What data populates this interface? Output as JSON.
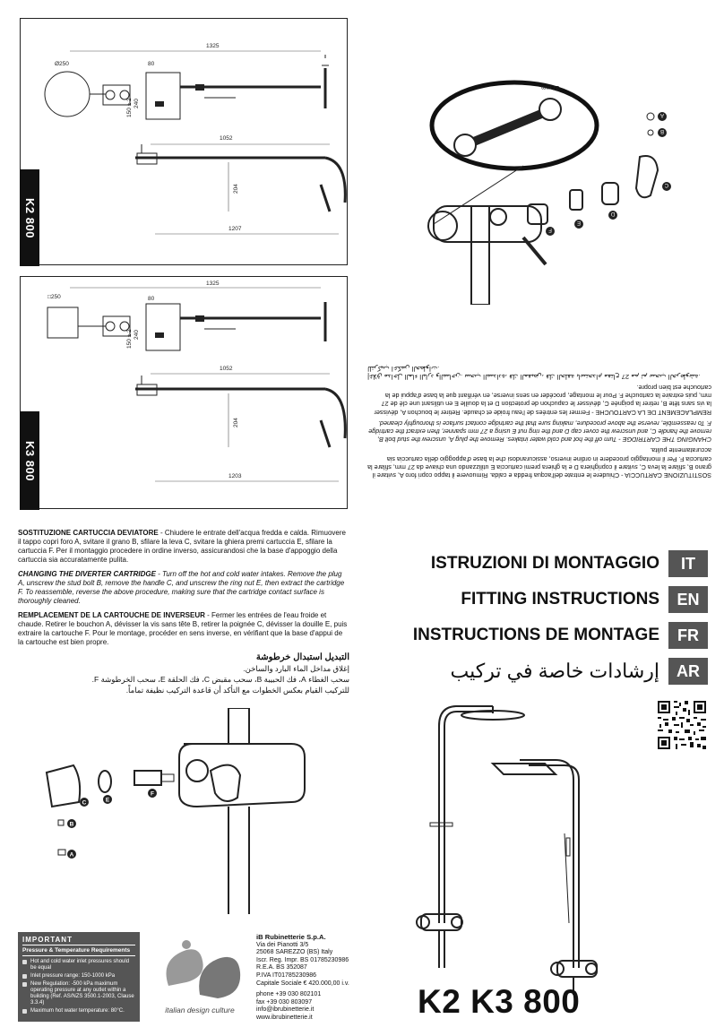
{
  "drawings": {
    "k2": {
      "tab": "K2 800",
      "dims": {
        "total_width": "1325",
        "short": "80",
        "diameter": "Ø250",
        "height_a": "240",
        "height_b": "150 ± 2",
        "arm": "1052",
        "drop": "204",
        "bottom_width": "1207"
      }
    },
    "k3": {
      "tab": "K3 800",
      "dims": {
        "total_width": "1325",
        "short": "80",
        "square": "□250",
        "height_a": "240",
        "height_b": "150 ± 2",
        "arm": "1052",
        "drop": "204",
        "bottom_width": "1203"
      }
    }
  },
  "exploded_top": {
    "wrench_size": "27 mm",
    "labels": [
      "A",
      "B",
      "C",
      "D",
      "E",
      "F"
    ]
  },
  "flipped_text": {
    "it": "SOSTITUZIONE CARTUCCIA - Chiudere le entrate dell'acqua fredda e calda. Rimuovere il tappo copri foro A, svitare il grano B, sfilare la leva C, svitare il coprighiera D e la ghiera premi cartuccia E utilizzando una chiave da 27 mm, sfilare la cartuccia F. Per il montaggio procedere in ordine inverso, assicurandosi che la base d'appoggio della cartuccia sia accuratamente pulita.",
    "en": "CHANGING THE CARTRIDGE - Turn off the hot and cold water intakes. Remove the plug A, unscrew the stud bolt B, remove the handle C, and unscrew the cover cap D and the ring nut E using a 27 mm spanner, then extract the cartridge F. To reassemble, reverse the above procedure, making sure that the cartridge contact surface is thoroughly cleaned.",
    "fr": "REMPLACEMENT DE LA CARTOUCHE - Fermer les entrées de l'eau froide et chaude. Retirer le bouchon A, dévisser la vis sans tête B, retirer la poignée C, dévisser le capuchon de protection D et la douille E en utilisant une clé de 27 mm, puis extraire la cartouche F. Pour le montage, procéder en sens inverse, en vérifiant que la base d'appui de la cartouche est bien propre.",
    "ar": "إغلاق مداخل الماء البارد والساخن. سحب السدادة، فك المقبض، فك الحلقة باستخدام مفتاح 27 مم ثم سحب الخرطوشة. للتركيب اعكس الخطوات."
  },
  "instructions": {
    "it_title": "SOSTITUZIONE CARTUCCIA DEVIATORE",
    "it_body": " - Chiudere le entrate dell'acqua fredda e calda. Rimuovere il tappo copri foro A, svitare il grano B, sfilare la leva C, svitare la ghiera premi cartuccia E, sfilare la cartuccia F. Per il montaggio procedere in ordine inverso, assicurandosi che la base d'appoggio della cartuccia sia accuratamente pulita.",
    "en_title": "CHANGING THE DIVERTER CARTRIDGE",
    "en_body": " - Turn off the hot and cold water intakes. Remove the plug A, unscrew the stud bolt B, remove the handle C, and unscrew the ring nut E, then extract the cartridge F. To reassemble, reverse the above procedure, making sure that the cartridge contact surface is thoroughly cleaned.",
    "fr_title": "REMPLACEMENT DE LA CARTOUCHE DE INVERSEUR",
    "fr_body": " - Fermer les entrées de l'eau froide et chaude. Retirer le bouchon A, dévisser la vis sans tête B, retirer la poignée C, dévisser la douille E, puis extraire la cartouche F. Pour le montage, procéder en sens inverse, en vérifiant que la base d'appui de la cartouche est bien propre.",
    "ar_title": "التبديل استبدال خرطوشة",
    "ar_line1": "إغلاق مداخل الماء البارد والساخن.",
    "ar_line2": "سحب الغطاء A، فك الحبيبة B، سحب مقبض C، فك الحلقة E، سحب الخرطوشة F.",
    "ar_line3": "للتركيب القيام بعكس الخطوات مع التأكد أن قاعدة التركيب نظيفة تماماً."
  },
  "languages": [
    {
      "title": "ISTRUZIONI DI MONTAGGIO",
      "code": "IT"
    },
    {
      "title": "FITTING INSTRUCTIONS",
      "code": "EN"
    },
    {
      "title": "INSTRUCTIONS DE MONTAGE",
      "code": "FR"
    },
    {
      "title": "إرشادات خاصة في تركيب",
      "code": "AR"
    }
  ],
  "exploded_bottom": {
    "labels": [
      "A",
      "B",
      "C",
      "E",
      "F"
    ]
  },
  "important": {
    "title": "IMPORTANT",
    "subtitle": "Pressure & Temperature Requirements",
    "items": [
      "Hot and cold water inlet pressures should be equal",
      "Inlet pressure range: 150-1000 kPa",
      "New Regulation: -500 kPa maximum operating pressure at any outlet within a building (Ref. AS/NZS 3500.1-2003, Clause 3.3.4)",
      "Maximum hot water temperature: 80°C."
    ]
  },
  "logo": {
    "tagline": "italian design culture"
  },
  "company": {
    "name": "iB Rubinetterie S.p.A.",
    "lines": [
      "Via dei Pianotti 3/5",
      "25068 SAREZZO (BS) Italy",
      "Iscr. Reg. Impr. BS 01785230986",
      "R.E.A. BS 352087",
      "P.IVA IT01785230986",
      "Capitale Sociale € 420.000,00 i.v.",
      "phone +39 030 802101",
      "fax +39 030 803097",
      "info@ibrubinetterie.it",
      "www.ibrubinetterie.it"
    ]
  },
  "model": "K2 K3 800"
}
